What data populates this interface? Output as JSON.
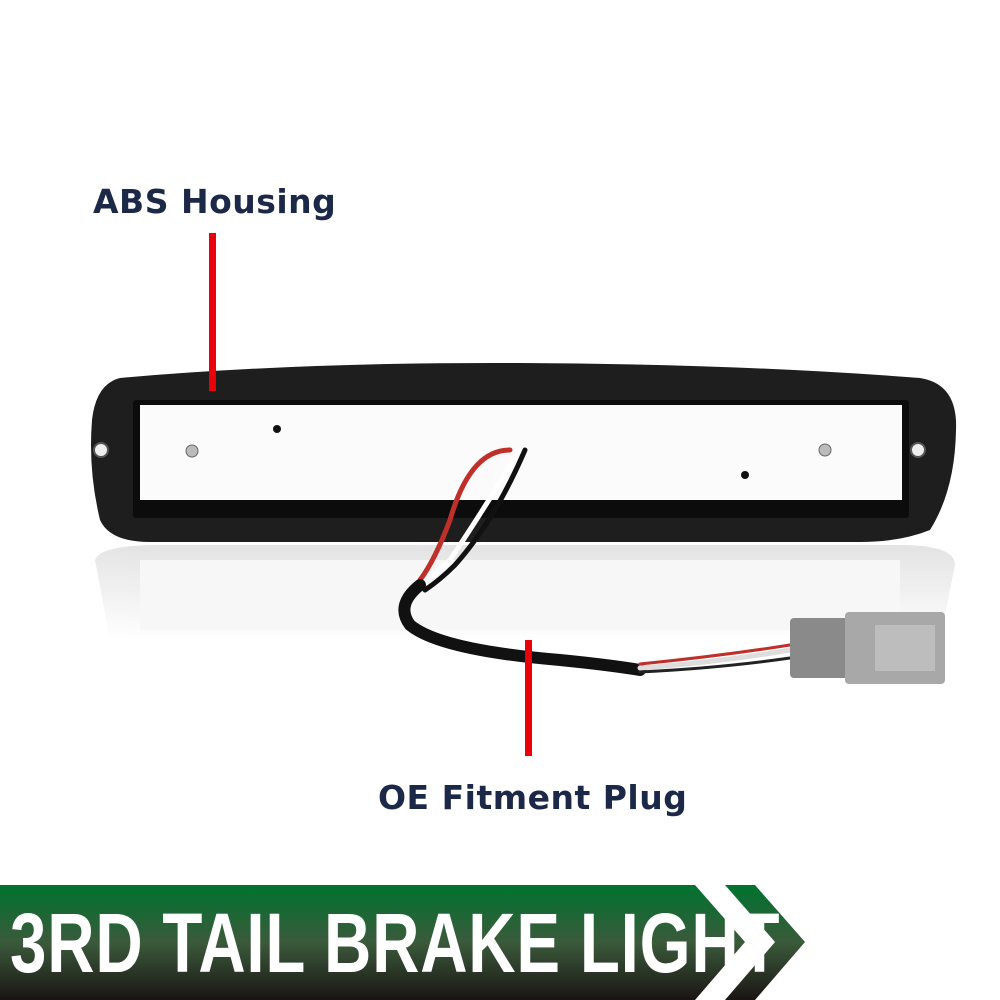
{
  "callouts": {
    "housing_label": "ABS Housing",
    "plug_label": "OE Fitment Plug"
  },
  "banner": {
    "title": "3RD TAIL BRAKE LIGHT",
    "icon": "chevron-right-icon"
  },
  "colors": {
    "callout_text": "#1b2847",
    "callout_line": "#e8000b",
    "banner_top": "#00732f",
    "banner_bottom": "#1a1414"
  }
}
